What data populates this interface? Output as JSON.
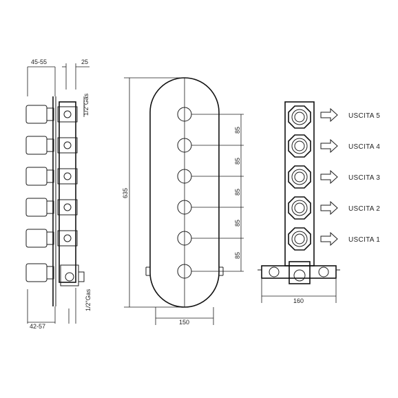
{
  "side_view": {
    "dim_top_left": "45-55",
    "dim_top_right": "25",
    "dim_bottom_left": "42-57",
    "thread_top": "1/2\"Gas",
    "thread_bottom": "1/2\"Gas"
  },
  "front_view": {
    "dim_height": "635",
    "dim_width": "150",
    "dim_spacing": [
      "85",
      "85",
      "85",
      "85",
      "85"
    ]
  },
  "rear_view": {
    "dim_width": "160",
    "outlets": [
      "USCITA 5",
      "USCITA 4",
      "USCITA 3",
      "USCITA 2",
      "USCITA 1"
    ]
  }
}
